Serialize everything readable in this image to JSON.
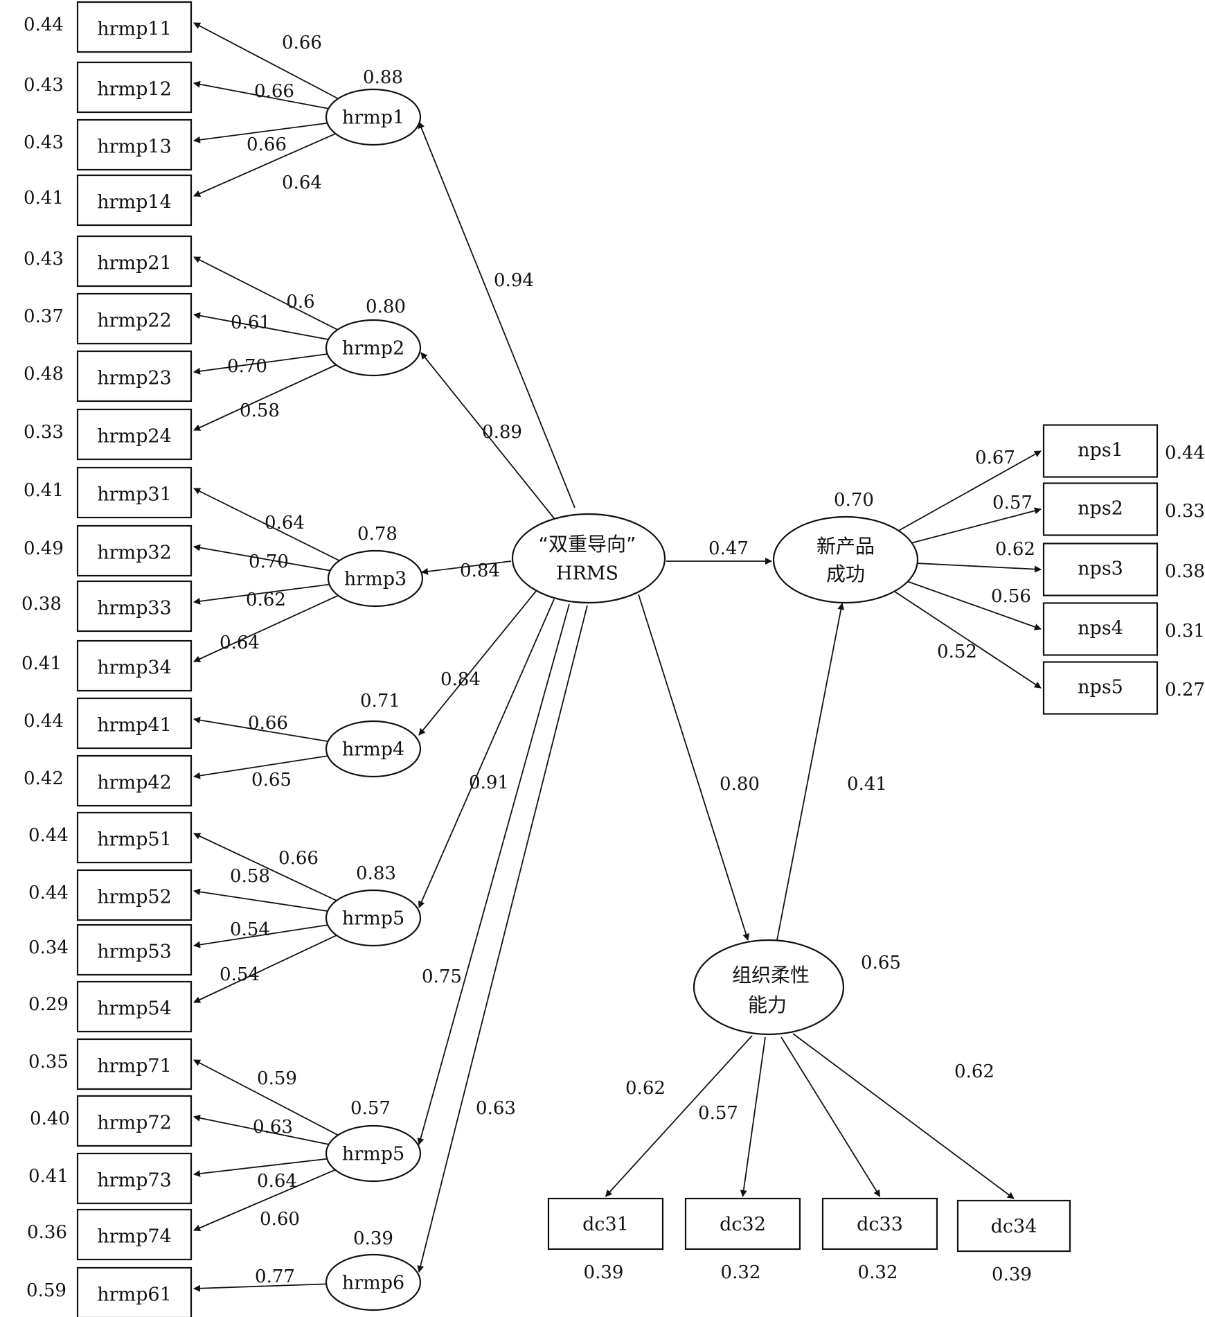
{
  "latents": [
    {
      "id": "hrmp1",
      "label": "hrmp1",
      "r2": "0.88"
    },
    {
      "id": "hrmp2",
      "label": "hrmp2",
      "r2": "0.80"
    },
    {
      "id": "hrmp3",
      "label": "hrmp3",
      "r2": "0.78"
    },
    {
      "id": "hrmp4",
      "label": "hrmp4",
      "r2": "0.71"
    },
    {
      "id": "hrmp5a",
      "label": "hrmp5",
      "r2": "0.83"
    },
    {
      "id": "hrmp5b",
      "label": "hrmp5",
      "r2": "0.57"
    },
    {
      "id": "hrmp6",
      "label": "hrmp6",
      "r2": "0.39"
    },
    {
      "id": "hrms",
      "label_line1": "“双重导向”",
      "label_line2": "HRMS"
    },
    {
      "id": "nps",
      "label_line1": "新产品",
      "label_line2": "成功",
      "r2": "0.70"
    },
    {
      "id": "ofc",
      "label_line1": "组织柔性",
      "label_line2": "能力",
      "r2": "0.65"
    }
  ],
  "indicators_left": [
    {
      "name": "hrmp11",
      "error": "0.44",
      "loading": "0.66",
      "parent": "hrmp1"
    },
    {
      "name": "hrmp12",
      "error": "0.43",
      "loading": "0.66",
      "parent": "hrmp1"
    },
    {
      "name": "hrmp13",
      "error": "0.43",
      "loading": "0.66",
      "parent": "hrmp1"
    },
    {
      "name": "hrmp14",
      "error": "0.41",
      "loading": "0.64",
      "parent": "hrmp1"
    },
    {
      "name": "hrmp21",
      "error": "0.43",
      "loading": "0.6",
      "parent": "hrmp2"
    },
    {
      "name": "hrmp22",
      "error": "0.37",
      "loading": "0.61",
      "parent": "hrmp2"
    },
    {
      "name": "hrmp23",
      "error": "0.48",
      "loading": "0.70",
      "parent": "hrmp2"
    },
    {
      "name": "hrmp24",
      "error": "0.33",
      "loading": "0.58",
      "parent": "hrmp2"
    },
    {
      "name": "hrmp31",
      "error": "0.41",
      "loading": "0.64",
      "parent": "hrmp3"
    },
    {
      "name": "hrmp32",
      "error": "0.49",
      "loading": "0.70",
      "parent": "hrmp3"
    },
    {
      "name": "hrmp33",
      "error": "0.38",
      "loading": "0.62",
      "parent": "hrmp3"
    },
    {
      "name": "hrmp34",
      "error": "0.41",
      "loading": "0.64",
      "parent": "hrmp3"
    },
    {
      "name": "hrmp41",
      "error": "0.44",
      "loading": "0.66",
      "parent": "hrmp4"
    },
    {
      "name": "hrmp42",
      "error": "0.42",
      "loading": "0.65",
      "parent": "hrmp4"
    },
    {
      "name": "hrmp51",
      "error": "0.44",
      "loading": "0.66",
      "parent": "hrmp5a"
    },
    {
      "name": "hrmp52",
      "error": "0.44",
      "loading": "0.58",
      "parent": "hrmp5a"
    },
    {
      "name": "hrmp53",
      "error": "0.34",
      "loading": "0.54",
      "parent": "hrmp5a"
    },
    {
      "name": "hrmp54",
      "error": "0.29",
      "loading": "0.54",
      "parent": "hrmp5a"
    },
    {
      "name": "hrmp71",
      "error": "0.35",
      "loading": "0.59",
      "parent": "hrmp5b"
    },
    {
      "name": "hrmp72",
      "error": "0.40",
      "loading": "0.63",
      "parent": "hrmp5b"
    },
    {
      "name": "hrmp73",
      "error": "0.41",
      "loading": "0.64",
      "parent": "hrmp5b"
    },
    {
      "name": "hrmp74",
      "error": "0.36",
      "loading": "0.60",
      "parent": "hrmp5b"
    },
    {
      "name": "hrmp61",
      "error": "0.59",
      "loading": "0.77",
      "parent": "hrmp6"
    }
  ],
  "indicators_right": [
    {
      "name": "nps1",
      "error": "0.44",
      "loading": "0.67"
    },
    {
      "name": "nps2",
      "error": "0.33",
      "loading": "0.57"
    },
    {
      "name": "nps3",
      "error": "0.38",
      "loading": "0.62"
    },
    {
      "name": "nps4",
      "error": "0.31",
      "loading": "0.56"
    },
    {
      "name": "nps5",
      "error": "0.27",
      "loading": "0.52"
    }
  ],
  "indicators_bottom": [
    {
      "name": "dc31",
      "error": "0.39",
      "loading": "0.62"
    },
    {
      "name": "dc32",
      "error": "0.32",
      "loading": "0.57"
    },
    {
      "name": "dc33",
      "error": "0.32",
      "loading": ""
    },
    {
      "name": "dc34",
      "error": "0.39",
      "loading": "0.62"
    }
  ],
  "second_order_loadings": {
    "hrmp1": "0.94",
    "hrmp2": "0.89",
    "hrmp3": "0.84",
    "hrmp4": "0.84",
    "hrmp5a": "0.91",
    "hrmp5b": "0.75",
    "hrmp6": "0.63"
  },
  "structural_paths": {
    "hrms_to_nps": "0.47",
    "hrms_to_ofc": "0.80",
    "ofc_to_nps": "0.41"
  }
}
